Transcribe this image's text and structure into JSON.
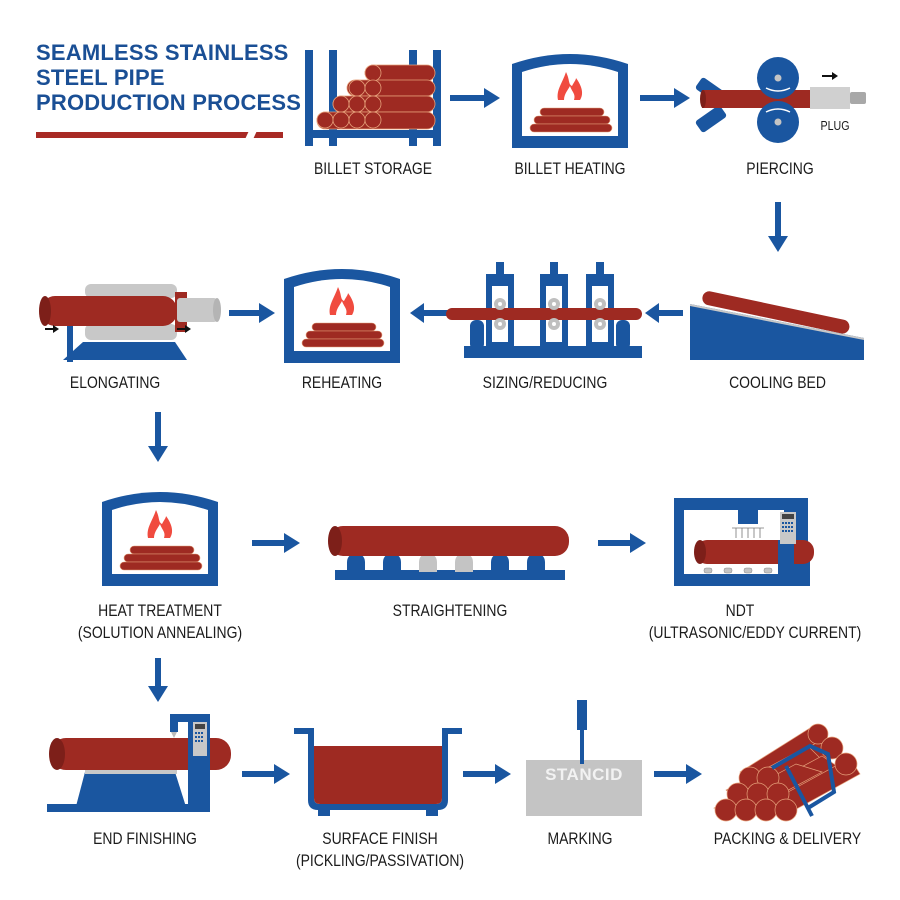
{
  "title": {
    "line1": "SEAMLESS STAINLESS",
    "line2": "STEEL PIPE",
    "line3": "PRODUCTION PROCESS"
  },
  "colors": {
    "blue": "#1a56a0",
    "red": "#9e2a22",
    "flame": "#f04b3f",
    "gray": "#c4c4c4",
    "text": "#1b1b1b"
  },
  "steps": [
    {
      "id": "billet-storage",
      "label": "BILLET STORAGE"
    },
    {
      "id": "billet-heating",
      "label": "BILLET HEATING"
    },
    {
      "id": "piercing",
      "label": "PIERCING",
      "annotation": "PLUG"
    },
    {
      "id": "cooling-bed",
      "label": "COOLING BED"
    },
    {
      "id": "sizing-reducing",
      "label": "SIZING/REDUCING"
    },
    {
      "id": "reheating",
      "label": "REHEATING"
    },
    {
      "id": "elongating",
      "label": "ELONGATING"
    },
    {
      "id": "heat-treatment",
      "label": "HEAT TREATMENT",
      "sublabel": "(SOLUTION ANNEALING)"
    },
    {
      "id": "straightening",
      "label": "STRAIGHTENING"
    },
    {
      "id": "ndt",
      "label": "NDT",
      "sublabel": "(ULTRASONIC/EDDY CURRENT)"
    },
    {
      "id": "end-finishing",
      "label": "END FINISHING"
    },
    {
      "id": "surface-finish",
      "label": "SURFACE FINISH",
      "sublabel": "(PICKLING/PASSIVATION)"
    },
    {
      "id": "marking",
      "label": "MARKING",
      "stamp_text": "STANCID"
    },
    {
      "id": "packing-delivery",
      "label": "PACKING & DELIVERY"
    }
  ]
}
